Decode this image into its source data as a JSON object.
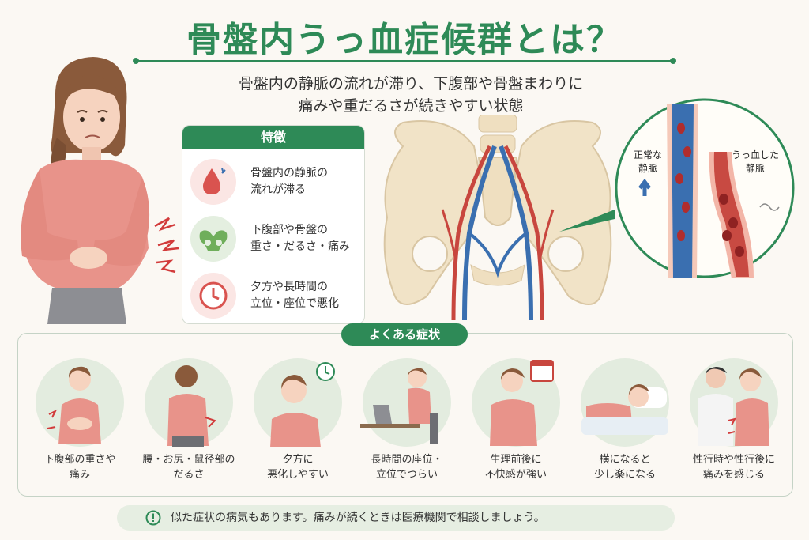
{
  "title": "骨盤内うっ血症候群とは？",
  "subtitle": {
    "line1": "骨盤内の静脈の流れが滞り、下腹部や骨盤まわりに",
    "line2": "痛みや重だるさが続きやすい状態"
  },
  "features": {
    "header": "特徴",
    "items": [
      {
        "icon": "blood-drop-icon",
        "line1": "骨盤内の静脈の",
        "line2": "流れが滞る"
      },
      {
        "icon": "pelvis-icon",
        "line1": "下腹部や骨盤の",
        "line2": "重さ・だるさ・痛み"
      },
      {
        "icon": "clock-icon",
        "line1": "夕方や長時間の",
        "line2": "立位・座位で悪化"
      }
    ]
  },
  "vein_zoom": {
    "normal": {
      "line1": "正常な",
      "line2": "静脈"
    },
    "congested": {
      "line1": "うっ血した",
      "line2": "静脈"
    }
  },
  "symptoms": {
    "header": "よくある症状",
    "items": [
      {
        "line1": "下腹部の重さや",
        "line2": "痛み"
      },
      {
        "line1": "腰・お尻・鼠径部の",
        "line2": "だるさ"
      },
      {
        "line1": "夕方に",
        "line2": "悪化しやすい"
      },
      {
        "line1": "長時間の座位・",
        "line2": "立位でつらい"
      },
      {
        "line1": "生理前後に",
        "line2": "不快感が強い"
      },
      {
        "line1": "横になると",
        "line2": "少し楽になる"
      },
      {
        "line1": "性行時や性行後に",
        "line2": "痛みを感じる"
      }
    ]
  },
  "note": {
    "icon": "info-icon",
    "text": "似た症状の病気もあります。痛みが続くときは医療機関で相談しましょう。"
  },
  "colors": {
    "accent": "#2e8a57",
    "vein_blue": "#3a6fb0",
    "artery_red": "#c8463e",
    "shirt": "#e8938a"
  }
}
